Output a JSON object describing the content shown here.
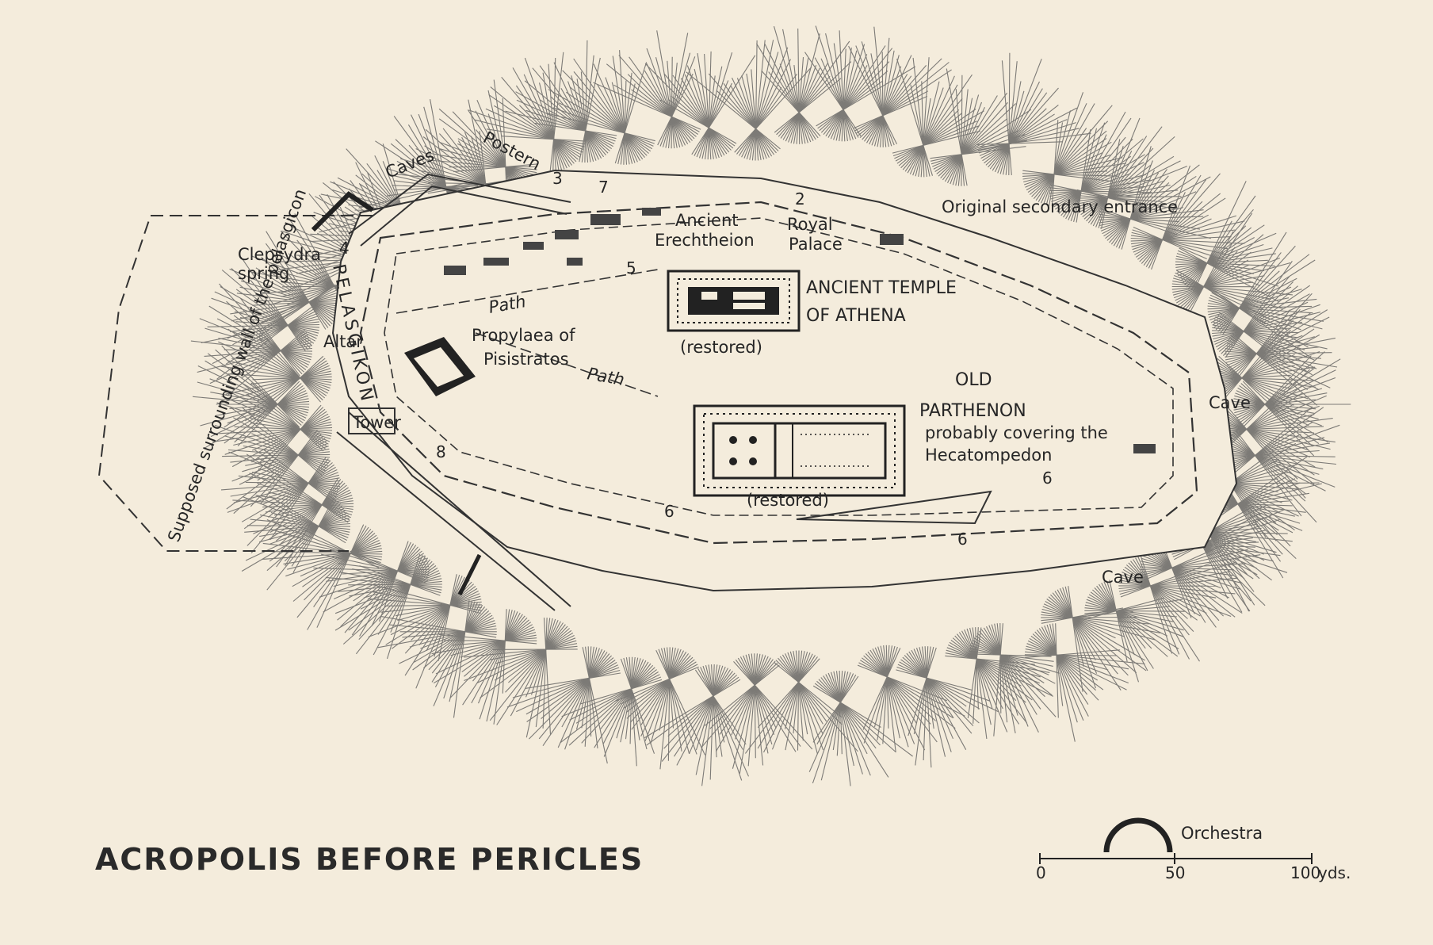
{
  "title": "ACROPOLIS BEFORE PERICLES",
  "colors": {
    "paper": "#f4ecdc",
    "ink": "#2a2a2a",
    "hatch": "#5a5a5a"
  },
  "labels": {
    "caves": "Caves",
    "postern": "Postern",
    "wall_pelasgicon": "Supposed surrounding wall of the pelasgicon",
    "clepsydra": "Clepsydra",
    "spring": "spring",
    "pelasgikon": "PELASGIKON",
    "altar": "Altar",
    "propylaea_1": "Propylaea of",
    "propylaea_2": "Pisistratos",
    "tower": "Tower",
    "path_1": "Path",
    "path_2": "Path",
    "erechtheion_1": "Ancient",
    "erechtheion_2": "Erechtheion",
    "royal_1": "Royal",
    "royal_2": "Palace",
    "temple_1": "ANCIENT TEMPLE",
    "temple_2": "OF ATHENA",
    "restored_1": "(restored)",
    "old": "OLD",
    "parthenon": "PARTHENON",
    "covering_1": "probably covering the",
    "covering_2": "Hecatompedon",
    "restored_2": "(restored)",
    "secondary_entrance": "Original secondary entrance",
    "cave_east": "Cave",
    "cave_south": "Cave",
    "orchestra": "Orchestra"
  },
  "numbers": {
    "n2": "2",
    "n3": "3",
    "n4": "4",
    "n5": "5",
    "n6a": "6",
    "n6b": "6",
    "n6c": "6",
    "n7": "7",
    "n8": "8"
  },
  "scale": {
    "zero": "0",
    "fifty": "50",
    "hundred": "100",
    "unit": "yds."
  }
}
